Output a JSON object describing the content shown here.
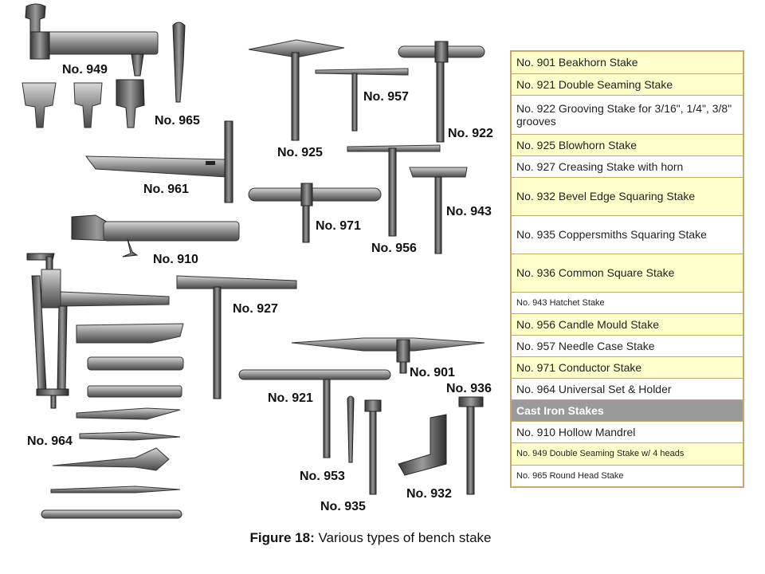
{
  "figure": {
    "tool_labels": [
      "No. 949",
      "No. 965",
      "No. 925",
      "No. 957",
      "No. 922",
      "No. 961",
      "No. 971",
      "No. 956",
      "No. 943",
      "No. 910",
      "No. 927",
      "No. 921",
      "No. 901",
      "No. 936",
      "No. 964",
      "No. 953",
      "No. 932",
      "No. 935"
    ]
  },
  "table": {
    "rows": [
      {
        "text": "No. 901 Beakhorn Stake",
        "style": "y"
      },
      {
        "text": "No. 921 Double Seaming Stake",
        "style": "y"
      },
      {
        "text": "No. 922 Grooving Stake for 3/16\", 1/4\", 3/8\" grooves",
        "style": "w"
      },
      {
        "text": "No. 925 Blowhorn Stake",
        "style": "y"
      },
      {
        "text": "No. 927 Creasing Stake with horn",
        "style": "w"
      },
      {
        "text": "No. 932 Bevel Edge Squaring Stake",
        "style": "y"
      },
      {
        "text": "No. 935 Coppersmiths Squaring Stake",
        "style": "w"
      },
      {
        "text": "No. 936 Common Square Stake",
        "style": "y"
      },
      {
        "text": "No. 943 Hatchet Stake",
        "style": "w sm"
      },
      {
        "text": "No. 956 Candle Mould Stake",
        "style": "y"
      },
      {
        "text": "No. 957 Needle Case Stake",
        "style": "w"
      },
      {
        "text": "No. 971 Conductor Stake",
        "style": "y"
      },
      {
        "text": "No. 964 Universal Set & Holder",
        "style": "w"
      },
      {
        "text": "Cast Iron Stakes",
        "style": "g"
      },
      {
        "text": "No. 910 Hollow Mandrel",
        "style": "w"
      },
      {
        "text": "No. 949 Double Seaming Stake w/ 4 heads",
        "style": "y sm"
      },
      {
        "text": "No. 965 Round Head Stake",
        "style": "w sm"
      }
    ]
  },
  "caption": {
    "label": "Figure 18:",
    "text": " Various types of bench stake"
  }
}
